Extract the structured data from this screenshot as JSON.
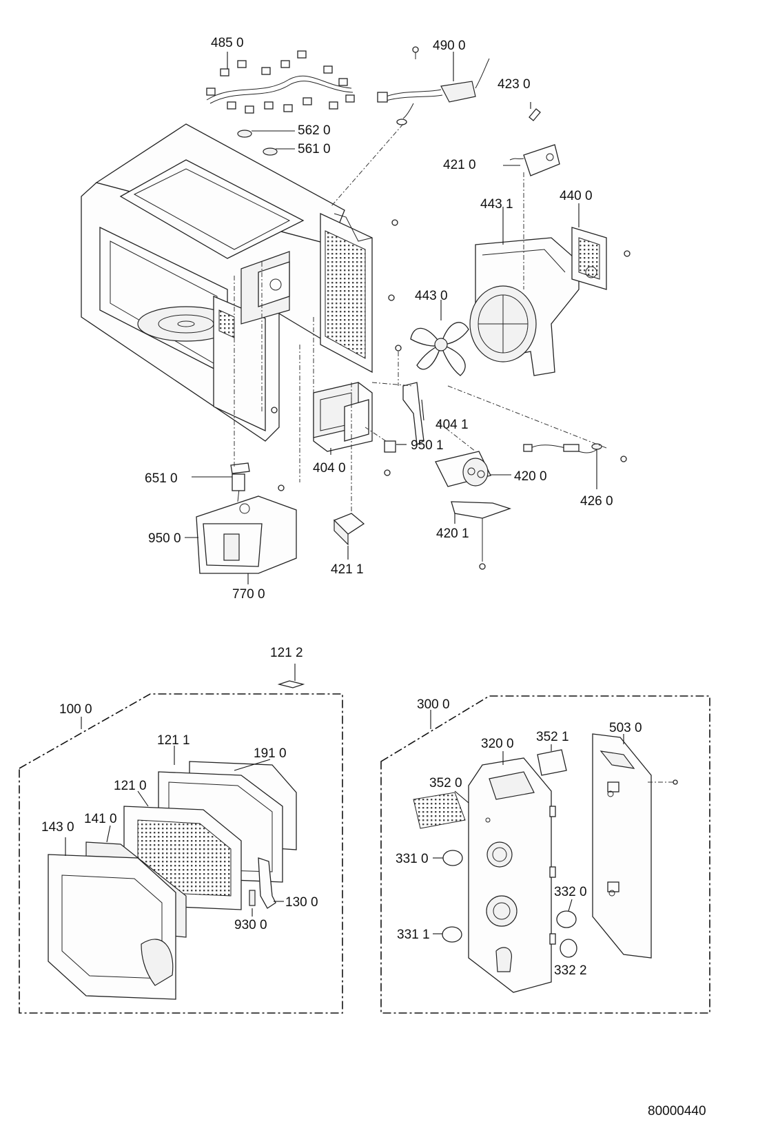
{
  "labels": {
    "p4850": "485 0",
    "p4900": "490 0",
    "p4230": "423 0",
    "p5620": "562 0",
    "p5610": "561 0",
    "p4210": "421 0",
    "p4431": "443 1",
    "p4400": "440 0",
    "p4430": "443 0",
    "p4041": "404 1",
    "p9501": "950 1",
    "p4040": "404 0",
    "p4200": "420 0",
    "p4260": "426 0",
    "p6510": "651 0",
    "p9500": "950 0",
    "p4211": "421 1",
    "p4201": "420 1",
    "p7700": "770 0",
    "p1212": "121 2",
    "p1000": "100 0",
    "p1211": "121 1",
    "p1910": "191 0",
    "p1210": "121 0",
    "p1430": "143 0",
    "p1410": "141 0",
    "p1300": "130 0",
    "p9300": "930 0",
    "p3000": "300 0",
    "p3200": "320 0",
    "p3521": "352 1",
    "p5030": "503 0",
    "p3520": "352 0",
    "p3310": "331 0",
    "p3320": "332 0",
    "p3311": "331 1",
    "p3322": "332 2"
  },
  "document_number": "80000440"
}
